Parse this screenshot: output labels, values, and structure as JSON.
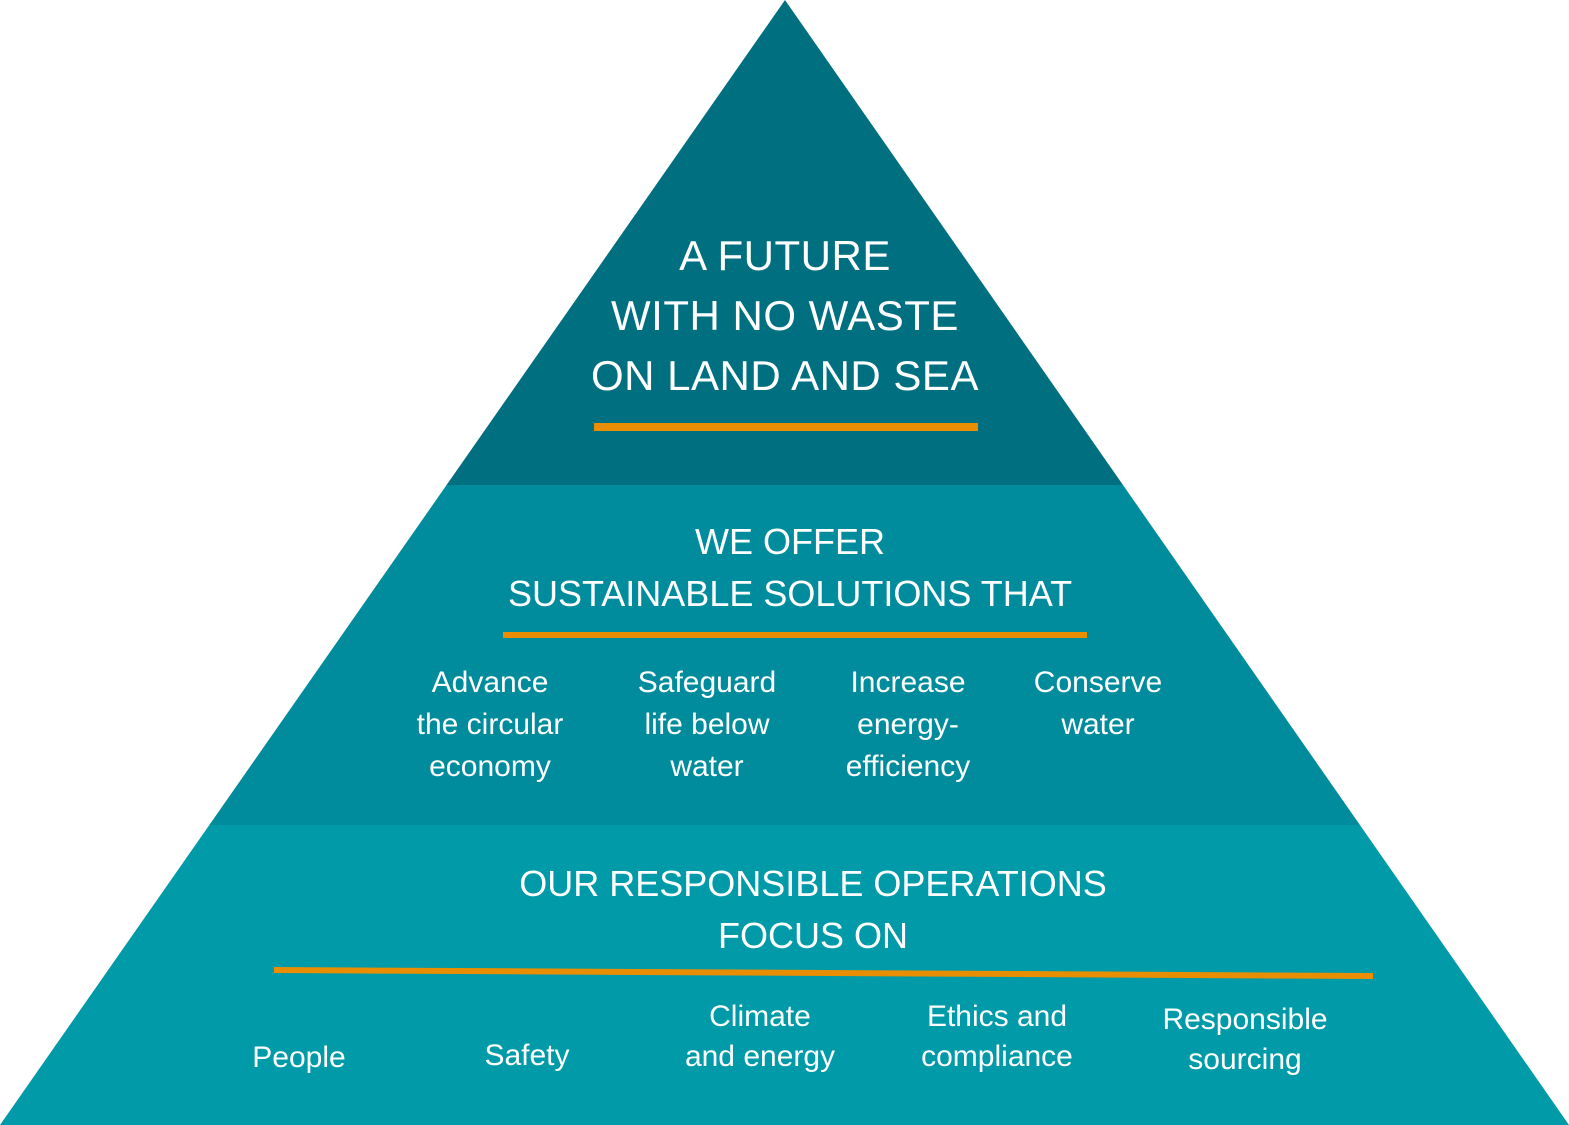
{
  "colors": {
    "top": "#006f80",
    "middle": "#008c9c",
    "bottom": "#009aa8",
    "accent": "#e88e00"
  },
  "top": {
    "title": "A FUTURE\nWITH NO WASTE\nON LAND AND  SEA"
  },
  "middle": {
    "heading": "WE OFFER\nSUSTAINABLE  SOLUTIONS THAT",
    "items": [
      "Advance\nthe circular\neconomy",
      "Safeguard\nlife below\nwater",
      "Increase\nenergy-\nefficiency",
      "Conserve\nwater"
    ]
  },
  "bottom": {
    "heading": "OUR RESPONSIBLE  OPERATIONS\nFOCUS ON",
    "items": [
      "People",
      "Safety",
      "Climate\nand energy",
      "Ethics and\ncompliance",
      "Responsible\nsourcing"
    ]
  }
}
